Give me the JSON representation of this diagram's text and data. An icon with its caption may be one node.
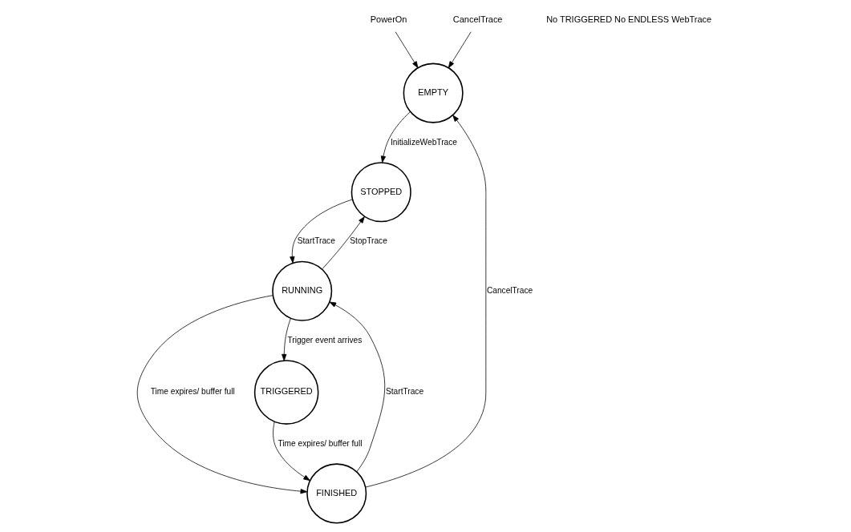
{
  "diagram": {
    "nodes": [
      {
        "text": [
          "PowerOn"
        ]
      },
      {
        "text": [
          "CancelTrace"
        ]
      },
      {
        "text": [
          "EMPTY"
        ]
      },
      {
        "text": [
          "STOPPED"
        ]
      },
      {
        "text": [
          "RUNNING"
        ]
      },
      {
        "text": [
          "FINISHED"
        ]
      },
      {
        "text": [
          "TRIGGERED"
        ]
      }
    ],
    "edges": [
      {
        "from": 0,
        "to": 2,
        "arrow": "to"
      },
      {
        "from": 1,
        "to": 2,
        "arrow": "to"
      },
      {
        "from": 2,
        "to": 3,
        "arrow": "to",
        "label": "InitializeWebTrace"
      },
      {
        "from": 3,
        "to": 4,
        "arrow": "to",
        "label": "StartTrace"
      },
      {
        "from": 4,
        "to": 3,
        "arrow": "to",
        "label": "StopTrace"
      },
      {
        "from": 4,
        "to": 5,
        "arrow": "to",
        "label": "Time expires/ buffer full"
      },
      {
        "from": 5,
        "to": 4,
        "arrow": "to",
        "label": "StartTrace"
      },
      {
        "from": 4,
        "to": 6,
        "arrow": "to",
        "label": "Trigger event arrives"
      },
      {
        "from": 6,
        "to": 5,
        "arrow": "to",
        "label": "Time expires/ buffer full"
      },
      {
        "from": 5,
        "to": 2,
        "arrow": "to",
        "label": "CancelTrace"
      }
    ],
    "labels": [
      "No TRIGGERED No ENDLESS WebTrace"
    ]
  }
}
